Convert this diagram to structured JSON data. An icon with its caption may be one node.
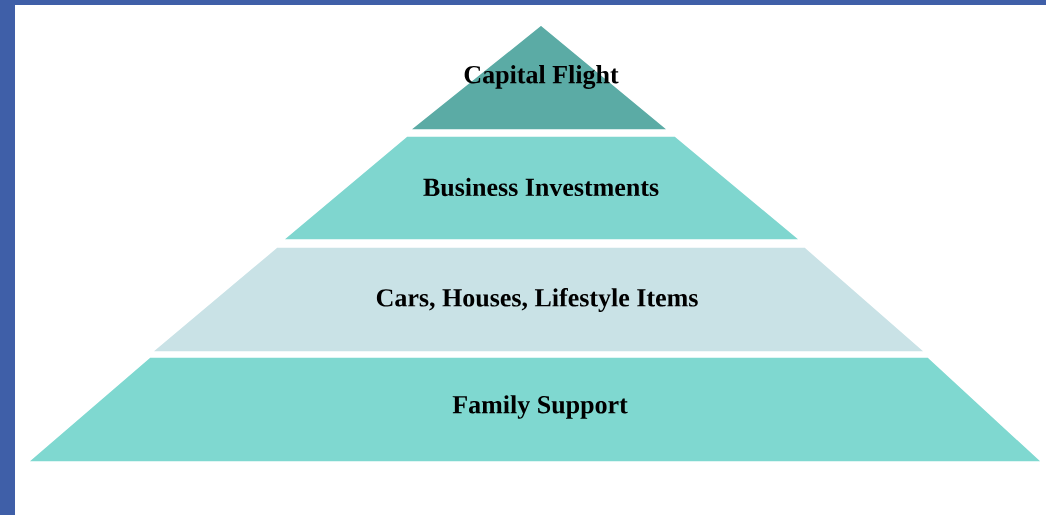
{
  "diagram": {
    "nodes": [
      {
        "text": [
          "Capital Flight"
        ]
      },
      {
        "text": [
          "Business Investments"
        ]
      },
      {
        "text": [
          "Cars, Houses, Lifestyle Items"
        ]
      },
      {
        "text": [
          "Family Support"
        ]
      }
    ]
  }
}
